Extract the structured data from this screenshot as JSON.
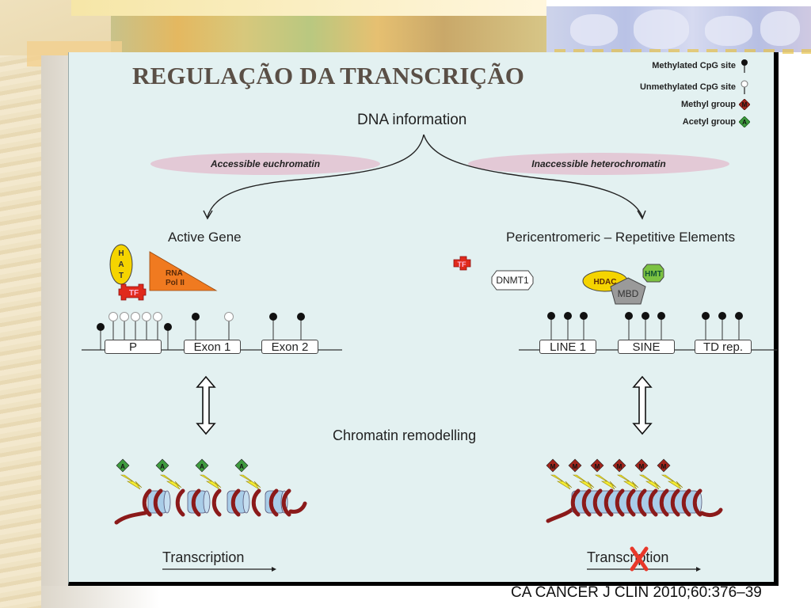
{
  "slide": {
    "title": "REGULAÇÃO DA TRANSCRIÇÃO",
    "citation": "CA CANCER J CLIN 2010;60:376–39"
  },
  "legend": {
    "items": [
      {
        "label": "Methylated CpG site",
        "icon": "filled-lollipop-icon"
      },
      {
        "label": "Unmethylated CpG site",
        "icon": "open-lollipop-icon"
      },
      {
        "label": "Methyl group",
        "icon": "methyl-diamond-icon",
        "glyph": "M"
      },
      {
        "label": "Acetyl group",
        "icon": "acetyl-diamond-icon",
        "glyph": "A"
      }
    ]
  },
  "diagram": {
    "root_label": "DNA information",
    "left_branch": {
      "state": "Accessible euchromatin",
      "heading": "Active Gene",
      "proteins": {
        "hat": [
          "H",
          "A",
          "T"
        ],
        "tf": "TF",
        "rna_pol": [
          "RNA",
          "Pol II"
        ]
      },
      "regions": [
        "P",
        "Exon 1",
        "Exon 2"
      ],
      "marks": "A",
      "outcome": "Transcription"
    },
    "right_branch": {
      "state": "Inaccessible heterochromatin",
      "heading": "Pericentromeric – Repetitive Elements",
      "proteins": {
        "tf": "TF",
        "dnmt1": "DNMT1",
        "hdac": "HDAC",
        "hmt": "HMT",
        "mbd": "MBD"
      },
      "regions": [
        "LINE 1",
        "SINE",
        "TD rep."
      ],
      "marks": "M",
      "outcome": "Transcription",
      "outcome_blocked": true
    },
    "middle_label": "Chromatin remodelling"
  },
  "colors": {
    "panel_bg": "#e3f1f1",
    "title": "#5a4f46",
    "oval": "#e3c9d6",
    "hat": "#f5d400",
    "tf": "#e02a1c",
    "rna_pol": "#f07a20",
    "hmt": "#7cc242",
    "mbd": "#9a9a9a",
    "acetyl": "#3e9b3e",
    "methyl": "#a0241c",
    "dna_strand": "#8b1a1a",
    "histone": "#a9cde8",
    "lightning": "#f4ec32",
    "block_x": "#e8382a"
  }
}
